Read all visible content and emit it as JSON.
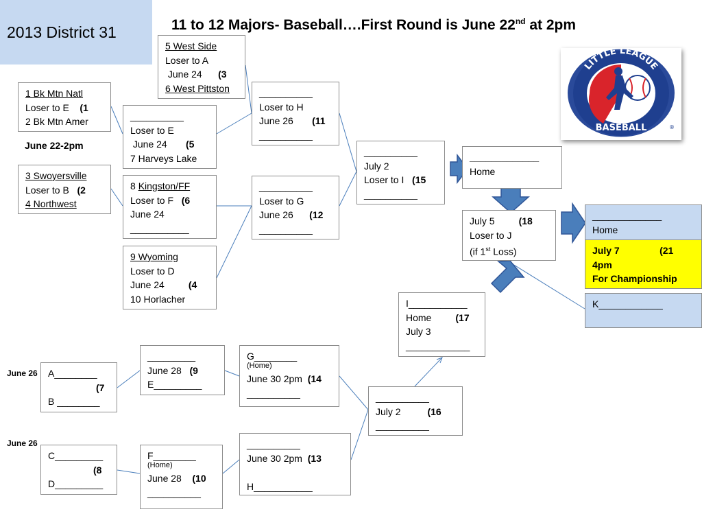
{
  "header": {
    "district": "2013 District 31",
    "title_main": "11 to 12 Majors- Baseball….First Round is June 22",
    "title_sup": "nd",
    "title_end": " at 2pm"
  },
  "logo": {
    "top_text": "LITTLE LEAGUE",
    "bottom_text": "BASEBALL",
    "reg": "®"
  },
  "labels": {
    "date_left": "June 22-2pm",
    "side_1": "June 26",
    "side_2": "June 26"
  },
  "games": {
    "g3": {
      "l1": "5 West Side",
      "l2": "Loser to A",
      "l3": " June 24",
      "num": "(3",
      "l4": "6 West Pittston"
    },
    "g1": {
      "l1": "1 Bk Mtn Natl",
      "l2": "Loser to E",
      "num": "(1",
      "l3": "2 Bk Mtn Amer"
    },
    "g2": {
      "l1": "3 Swoyersville",
      "l2": "Loser to B",
      "num": "(2",
      "l3": "4 Northwest"
    },
    "g5": {
      "l1": "__________",
      "l2": "Loser to E",
      "l3": " June 24",
      "num": "(5",
      "l4": "7 Harveys Lake"
    },
    "g6": {
      "l1_pre": "8 ",
      "l1_u": "Kingston/FF",
      "l2": "Loser to F",
      "num": "(6",
      "l3": "June 24",
      "l4": "___________"
    },
    "g4": {
      "l1": "9 Wyoming",
      "l2": "Loser to D",
      "l3": "June 24",
      "num": "(4",
      "l4": "10 Horlacher"
    },
    "g11": {
      "l1": "__________",
      "l2": "Loser to H",
      "l3": "June 26",
      "num": "(11",
      "l4": "__________"
    },
    "g12": {
      "l1": "__________",
      "l2": "Loser to G",
      "l3": "June 26",
      "num": "(12",
      "l4": "__________"
    },
    "g15": {
      "l1": "__________",
      "l2": "July 2",
      "l3": "Loser to I",
      "num": "(15",
      "l4": "__________"
    },
    "home1": {
      "l1": "_____________",
      "l2": "Home"
    },
    "g18": {
      "l1": "July 5",
      "num": "(18",
      "l2": "Loser to J",
      "l3_pre": "(if 1",
      "l3_sup": "st",
      "l3_post": " Loss)"
    },
    "home2": {
      "l1": "_____________",
      "l2": "Home"
    },
    "g21": {
      "l1": "July 7",
      "num": "(21",
      "l2": "4pm",
      "l3": "For Championship"
    },
    "k": {
      "l1": "K____________"
    },
    "g17": {
      "l1": "I___________",
      "l2": "Home",
      "num": "(17",
      "l3": "July 3",
      "l4": "____________"
    },
    "g7": {
      "l1": "A________",
      "num": "(7",
      "l2": "B ________"
    },
    "g8": {
      "l1": "C_________",
      "num": "(8",
      "l2": "D_________"
    },
    "g9": {
      "l1": "_________",
      "l2": "June 28",
      "num": "(9",
      "l3": "E_________"
    },
    "g10": {
      "l1": "F________",
      "l2": "(Home)",
      "l3": "June 28",
      "num": "(10",
      "l4": "__________"
    },
    "g14": {
      "l1": "G________",
      "l2": "(Home)",
      "l3": "June 30  2pm",
      "num": "(14",
      "l4": "__________"
    },
    "g13": {
      "l1": "__________",
      "l2": "June 30 2pm",
      "num": "(13",
      "l3": "H___________"
    },
    "g16": {
      "l1": "__________",
      "l2": "July 2",
      "num": "(16",
      "l3": "__________"
    }
  }
}
